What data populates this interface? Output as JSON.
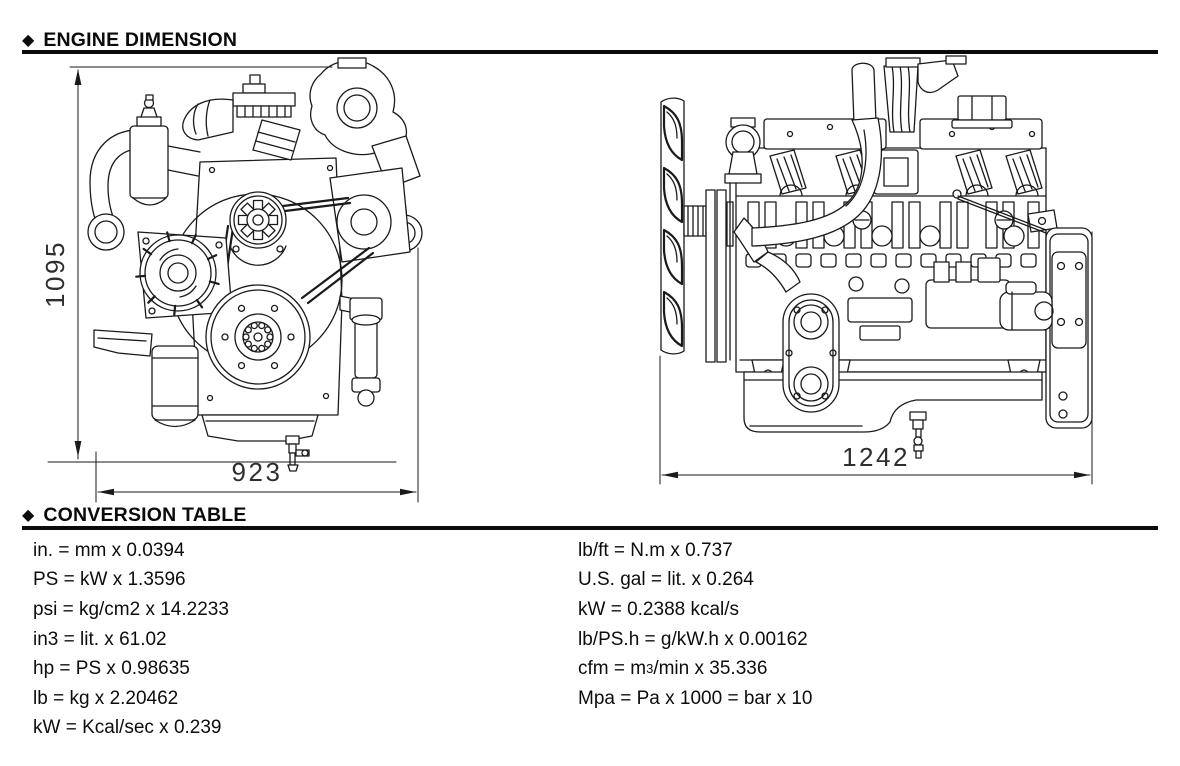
{
  "header": {
    "bullet": "◆",
    "engine_dimension": "ENGINE DIMENSION",
    "conversion_table": "CONVERSION TABLE"
  },
  "dimensions": {
    "front_height": "1095",
    "front_width": "923",
    "side_length": "1242"
  },
  "conversion": {
    "left": [
      "in. = mm x 0.0394",
      "PS = kW x 1.3596",
      "psi = kg/cm2 x 14.2233",
      "in3 = lit. x 61.02",
      "hp = PS x 0.98635",
      "lb = kg x 2.20462",
      "kW = Kcal/sec x 0.239"
    ],
    "right": [
      "lb/ft = N.m x 0.737",
      "U.S. gal = lit. x 0.264",
      "kW = 0.2388 kcal/s",
      "lb/PS.h = g/kW.h x 0.00162",
      {
        "prefix": "cfm = m",
        "sup": "3",
        "suffix": "/min x 35.336"
      },
      "Mpa = Pa x 1000 = bar x 10"
    ]
  }
}
